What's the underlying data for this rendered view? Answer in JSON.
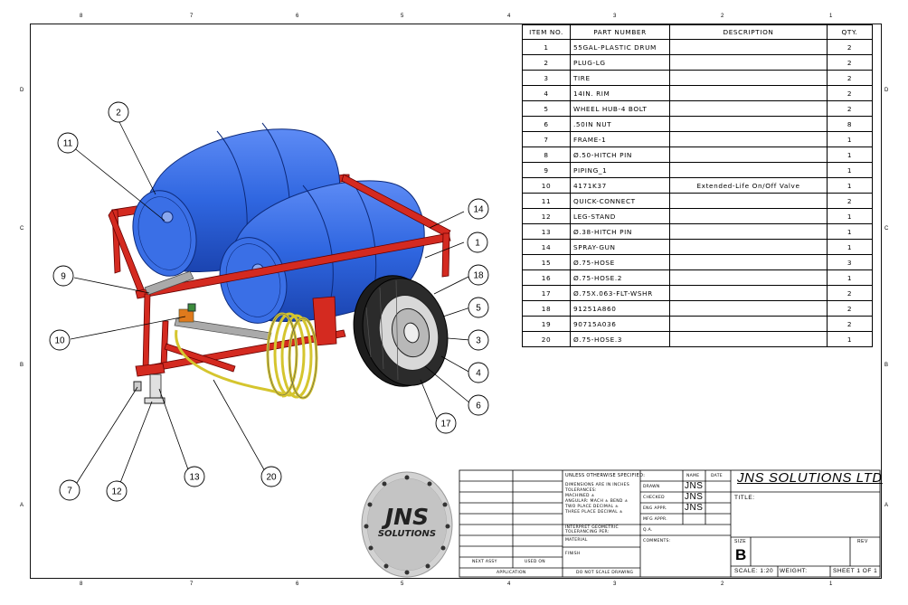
{
  "zones": {
    "top": [
      "8",
      "7",
      "6",
      "5",
      "4",
      "3",
      "2",
      "1"
    ],
    "bottom": [
      "8",
      "7",
      "6",
      "5",
      "4",
      "3",
      "2",
      "1"
    ],
    "left": [
      "D",
      "C",
      "B",
      "A"
    ],
    "right": [
      "D",
      "C",
      "B",
      "A"
    ]
  },
  "bom": {
    "headers": {
      "item": "ITEM NO.",
      "part": "PART NUMBER",
      "desc": "DESCRIPTION",
      "qty": "QTY."
    },
    "rows": [
      {
        "item": "1",
        "part": "55GAL-PLASTIC DRUM",
        "desc": "",
        "qty": "2"
      },
      {
        "item": "2",
        "part": "PLUG-LG",
        "desc": "",
        "qty": "2"
      },
      {
        "item": "3",
        "part": "TIRE",
        "desc": "",
        "qty": "2"
      },
      {
        "item": "4",
        "part": "14IN. RIM",
        "desc": "",
        "qty": "2"
      },
      {
        "item": "5",
        "part": "WHEEL HUB-4 BOLT",
        "desc": "",
        "qty": "2"
      },
      {
        "item": "6",
        "part": ".50IN NUT",
        "desc": "",
        "qty": "8"
      },
      {
        "item": "7",
        "part": "FRAME-1",
        "desc": "",
        "qty": "1"
      },
      {
        "item": "8",
        "part": "Ø.50-HITCH PIN",
        "desc": "",
        "qty": "1"
      },
      {
        "item": "9",
        "part": "PIPING_1",
        "desc": "",
        "qty": "1"
      },
      {
        "item": "10",
        "part": "4171K37",
        "desc": "Extended-Life On/Off Valve",
        "qty": "1"
      },
      {
        "item": "11",
        "part": "QUICK-CONNECT",
        "desc": "",
        "qty": "2"
      },
      {
        "item": "12",
        "part": "LEG-STAND",
        "desc": "",
        "qty": "1"
      },
      {
        "item": "13",
        "part": "Ø.38-HITCH PIN",
        "desc": "",
        "qty": "1"
      },
      {
        "item": "14",
        "part": "SPRAY-GUN",
        "desc": "",
        "qty": "1"
      },
      {
        "item": "15",
        "part": "Ø.75-HOSE",
        "desc": "",
        "qty": "3"
      },
      {
        "item": "16",
        "part": "Ø.75-HOSE.2",
        "desc": "",
        "qty": "1"
      },
      {
        "item": "17",
        "part": "Ø.75X.063-FLT-WSHR",
        "desc": "",
        "qty": "2"
      },
      {
        "item": "18",
        "part": "91251A860",
        "desc": "",
        "qty": "2"
      },
      {
        "item": "19",
        "part": "90715A036",
        "desc": "",
        "qty": "2"
      },
      {
        "item": "20",
        "part": "Ø.75-HOSE.3",
        "desc": "",
        "qty": "1"
      }
    ]
  },
  "balloons": [
    "1",
    "2",
    "3",
    "4",
    "5",
    "6",
    "7",
    "9",
    "10",
    "11",
    "12",
    "13",
    "14",
    "17",
    "18",
    "20"
  ],
  "logo": {
    "line1": "JNS",
    "line2": "SOLUTIONS"
  },
  "title_block": {
    "company": "JNS SOLUTIONS LTD",
    "unless_specified": "UNLESS OTHERWISE SPECIFIED:",
    "notes": [
      "DIMENSIONS ARE IN INCHES",
      "TOLERANCES:",
      "MACHINED ±",
      "ANGULAR: MACH ±  BEND ±",
      "TWO PLACE DECIMAL  ±",
      "THREE PLACE DECIMAL  ±"
    ],
    "interpret": [
      "INTERPRET GEOMETRIC",
      "TOLERANCING PER:"
    ],
    "material": "MATERIAL",
    "finish": "FINISH",
    "next_assy": "NEXT ASSY",
    "used_on": "USED ON",
    "application": "APPLICATION",
    "do_not_scale": "DO NOT SCALE DRAWING",
    "name_hdr": "NAME",
    "date_hdr": "DATE",
    "roles": [
      "DRAWN",
      "CHECKED",
      "ENG APPR.",
      "MFG APPR.",
      "Q.A.",
      "COMMENTS:"
    ],
    "initials": [
      "JNS",
      "JNS",
      "JNS"
    ],
    "title_label": "TITLE:",
    "size_label": "SIZE",
    "size": "B",
    "rev_label": "REV",
    "scale": "SCALE: 1:20",
    "weight": "WEIGHT:",
    "sheet": "SHEET 1 OF 1"
  },
  "colors": {
    "drum": "#2f66e0",
    "frame": "#d42a20",
    "hose": "#e2d33a",
    "tire": "#1c1c1c"
  }
}
